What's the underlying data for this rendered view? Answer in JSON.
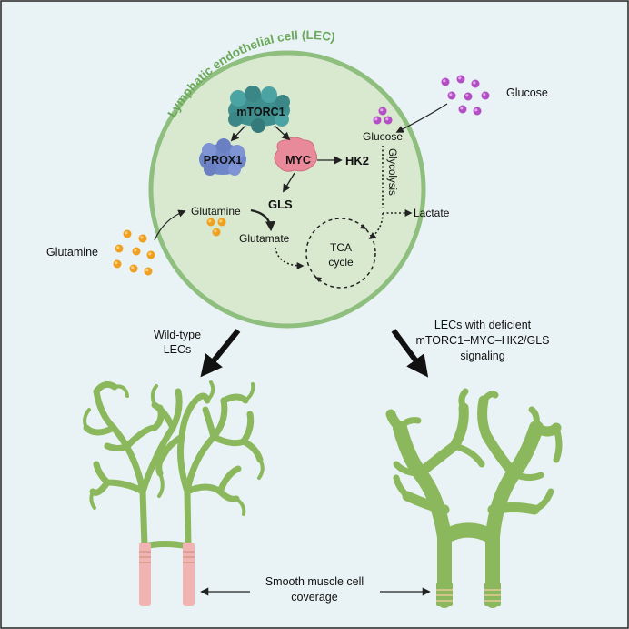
{
  "cell": {
    "title": "Lymphatic endothelial cell (LEC)"
  },
  "molecules": {
    "mtorc1": "mTORC1",
    "prox1": "PROX1",
    "myc": "MYC",
    "hk2": "HK2",
    "gls": "GLS",
    "glucose_inside": "Glucose",
    "glycolysis": "Glycolysis",
    "lactate": "Lactate",
    "glutamine_inside": "Glutamine",
    "glutamate": "Glutamate",
    "tca_line1": "TCA",
    "tca_line2": "cycle"
  },
  "extracellular": {
    "glucose": "Glucose",
    "glutamine": "Glutamine"
  },
  "outcomes": {
    "wild_type_line1": "Wild-type",
    "wild_type_line2": "LECs",
    "deficient_line1": "LECs with deficient",
    "deficient_line2": "mTORC1–MYC–HK2/GLS",
    "deficient_line3": "signaling"
  },
  "vessels": {
    "smc_line1": "Smooth muscle cell",
    "smc_line2": "coverage"
  },
  "colors": {
    "background": "#e9f2f4",
    "cell_fill": "#d9e9cf",
    "cell_border": "#8fbf7f",
    "vessel_green": "#8bb85c",
    "vessel_pink": "#f2b3b3",
    "glucose_dot": "#b34fc4",
    "glutamine_dot": "#f0a020",
    "mtorc1": "#3f8f8f",
    "prox1": "#6f86c9",
    "myc": "#e88a9a"
  },
  "icons": [
    "mtorc1-complex-icon",
    "prox1-protein-icon",
    "myc-protein-icon",
    "glucose-molecule-icon",
    "glutamine-molecule-icon",
    "lymphatic-vessel-icon"
  ]
}
